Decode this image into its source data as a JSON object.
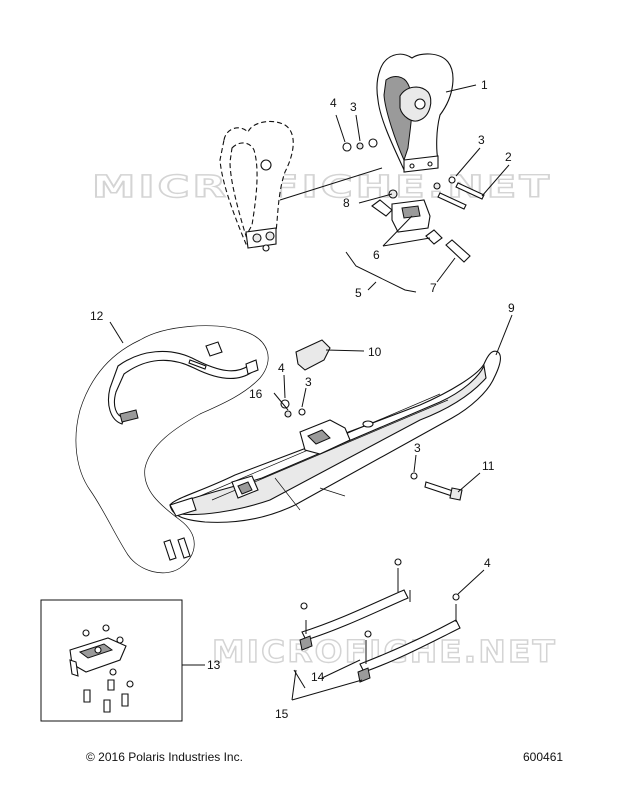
{
  "diagram": {
    "watermark": "MICROFICHE.NET",
    "copyright": "© 2016 Polaris Industries Inc.",
    "diagram_id": "600461",
    "callouts": [
      {
        "id": "c1",
        "label": "1"
      },
      {
        "id": "c2",
        "label": "2"
      },
      {
        "id": "c3a",
        "label": "3"
      },
      {
        "id": "c3b",
        "label": "3"
      },
      {
        "id": "c3c",
        "label": "3"
      },
      {
        "id": "c3d",
        "label": "3"
      },
      {
        "id": "c4a",
        "label": "4"
      },
      {
        "id": "c4b",
        "label": "4"
      },
      {
        "id": "c4c",
        "label": "4"
      },
      {
        "id": "c5",
        "label": "5"
      },
      {
        "id": "c6",
        "label": "6"
      },
      {
        "id": "c7",
        "label": "7"
      },
      {
        "id": "c8",
        "label": "8"
      },
      {
        "id": "c9",
        "label": "9"
      },
      {
        "id": "c10",
        "label": "10"
      },
      {
        "id": "c11",
        "label": "11"
      },
      {
        "id": "c12",
        "label": "12"
      },
      {
        "id": "c13",
        "label": "13"
      },
      {
        "id": "c14",
        "label": "14"
      },
      {
        "id": "c15",
        "label": "15"
      },
      {
        "id": "c16",
        "label": "16"
      }
    ]
  }
}
